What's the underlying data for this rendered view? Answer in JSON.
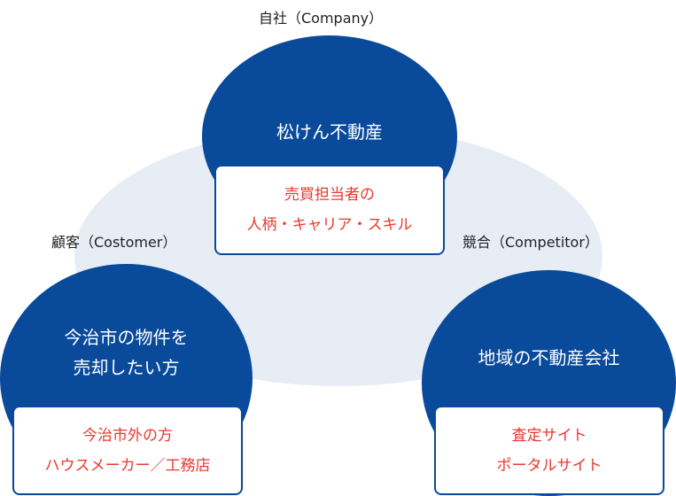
{
  "company": {
    "label": "自社（Company）",
    "title": "松けん不動産",
    "box_lines": [
      "売買担当者の",
      "人柄・キャリア・スキル"
    ]
  },
  "customer": {
    "label": "顧客（Costomer）",
    "title_lines": [
      "今治市の物件を",
      "売却したい方"
    ],
    "box_lines": [
      "今治市外の方",
      "ハウスメーカー／工務店"
    ]
  },
  "competitor": {
    "label": "競合（Competitor）",
    "title": "地域の不動産会社",
    "box_lines": [
      "査定サイト",
      "ポータルサイト"
    ]
  },
  "colors": {
    "circle_fill": "#0a4a9b",
    "background_ellipse": "#e6edf5",
    "box_text": "#e8382f",
    "box_border": "#0a4a9b"
  }
}
